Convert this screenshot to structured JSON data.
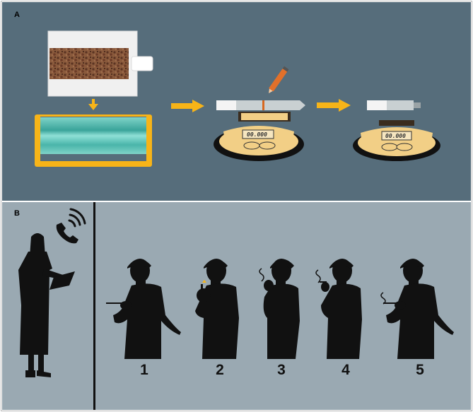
{
  "panels": {
    "a": {
      "label": "A"
    },
    "b": {
      "label": "B"
    }
  },
  "scales": [
    {
      "display": "00.000"
    },
    {
      "display": "00.000"
    }
  ],
  "subjects": [
    {
      "number": "1"
    },
    {
      "number": "2"
    },
    {
      "number": "3"
    },
    {
      "number": "4"
    },
    {
      "number": "5"
    }
  ],
  "icons": {
    "phone": "phone-ringing-icon",
    "arrow": "arrow-right-icon",
    "arrow_down": "arrow-down-icon",
    "pencil": "pencil-icon"
  },
  "colors": {
    "panel_a_bg": "#566d7b",
    "panel_b_bg": "#9aa9b2",
    "arrow": "#f7b418",
    "scale_body": "#f2cf86",
    "silhouette": "#111111"
  }
}
